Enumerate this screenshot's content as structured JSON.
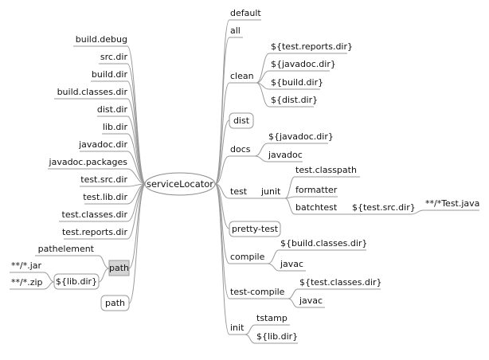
{
  "root": "serviceLocator",
  "left": {
    "properties": [
      "build.debug",
      "src.dir",
      "build.dir",
      "build.classes.dir",
      "dist.dir",
      "lib.dir",
      "javadoc.dir",
      "javadoc.packages",
      "test.src.dir",
      "test.lib.dir",
      "test.classes.dir",
      "test.reports.dir"
    ],
    "path_group": {
      "label": "path",
      "children": [
        "pathelement",
        "${lib.dir}"
      ],
      "lib_children": [
        "**/*.jar",
        "**/*.zip"
      ]
    },
    "path_single": "path"
  },
  "right": {
    "targets": [
      {
        "label": "default",
        "children": []
      },
      {
        "label": "all",
        "children": []
      },
      {
        "label": "clean",
        "children": [
          "${test.reports.dir}",
          "${javadoc.dir}",
          "${build.dir}",
          "${dist.dir}"
        ]
      },
      {
        "label": "dist",
        "children": []
      },
      {
        "label": "docs",
        "children": [
          "${javadoc.dir}",
          "javadoc"
        ]
      },
      {
        "label": "test",
        "junit": {
          "label": "junit",
          "children": [
            "test.classpath",
            "formatter",
            "batchtest"
          ],
          "batchtest_child": "${test.src.dir}",
          "pattern": "**/*Test.java"
        }
      },
      {
        "label": "pretty-test",
        "children": []
      },
      {
        "label": "compile",
        "children": [
          "${build.classes.dir}",
          "javac"
        ]
      },
      {
        "label": "test-compile",
        "children": [
          "${test.classes.dir}",
          "javac"
        ]
      },
      {
        "label": "init",
        "children": [
          "tstamp",
          "${lib.dir}"
        ]
      }
    ]
  }
}
